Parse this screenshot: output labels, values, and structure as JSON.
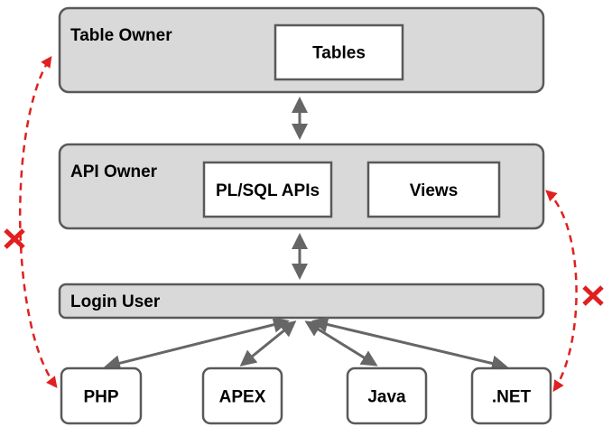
{
  "layers": {
    "table_owner": {
      "label": "Table Owner"
    },
    "api_owner": {
      "label": "API Owner"
    },
    "login_user": {
      "label": "Login User"
    }
  },
  "boxes": {
    "tables": "Tables",
    "plsql_apis": "PL/SQL APIs",
    "views": "Views"
  },
  "clients": {
    "php": "PHP",
    "apex": "APEX",
    "java": "Java",
    "dotnet": ".NET"
  },
  "colors": {
    "layer_fill": "#d9d9d9",
    "border": "#595959",
    "arrow": "#666666",
    "blocked": "#e02020"
  },
  "icons": {
    "blocked_marker": "x-icon"
  }
}
